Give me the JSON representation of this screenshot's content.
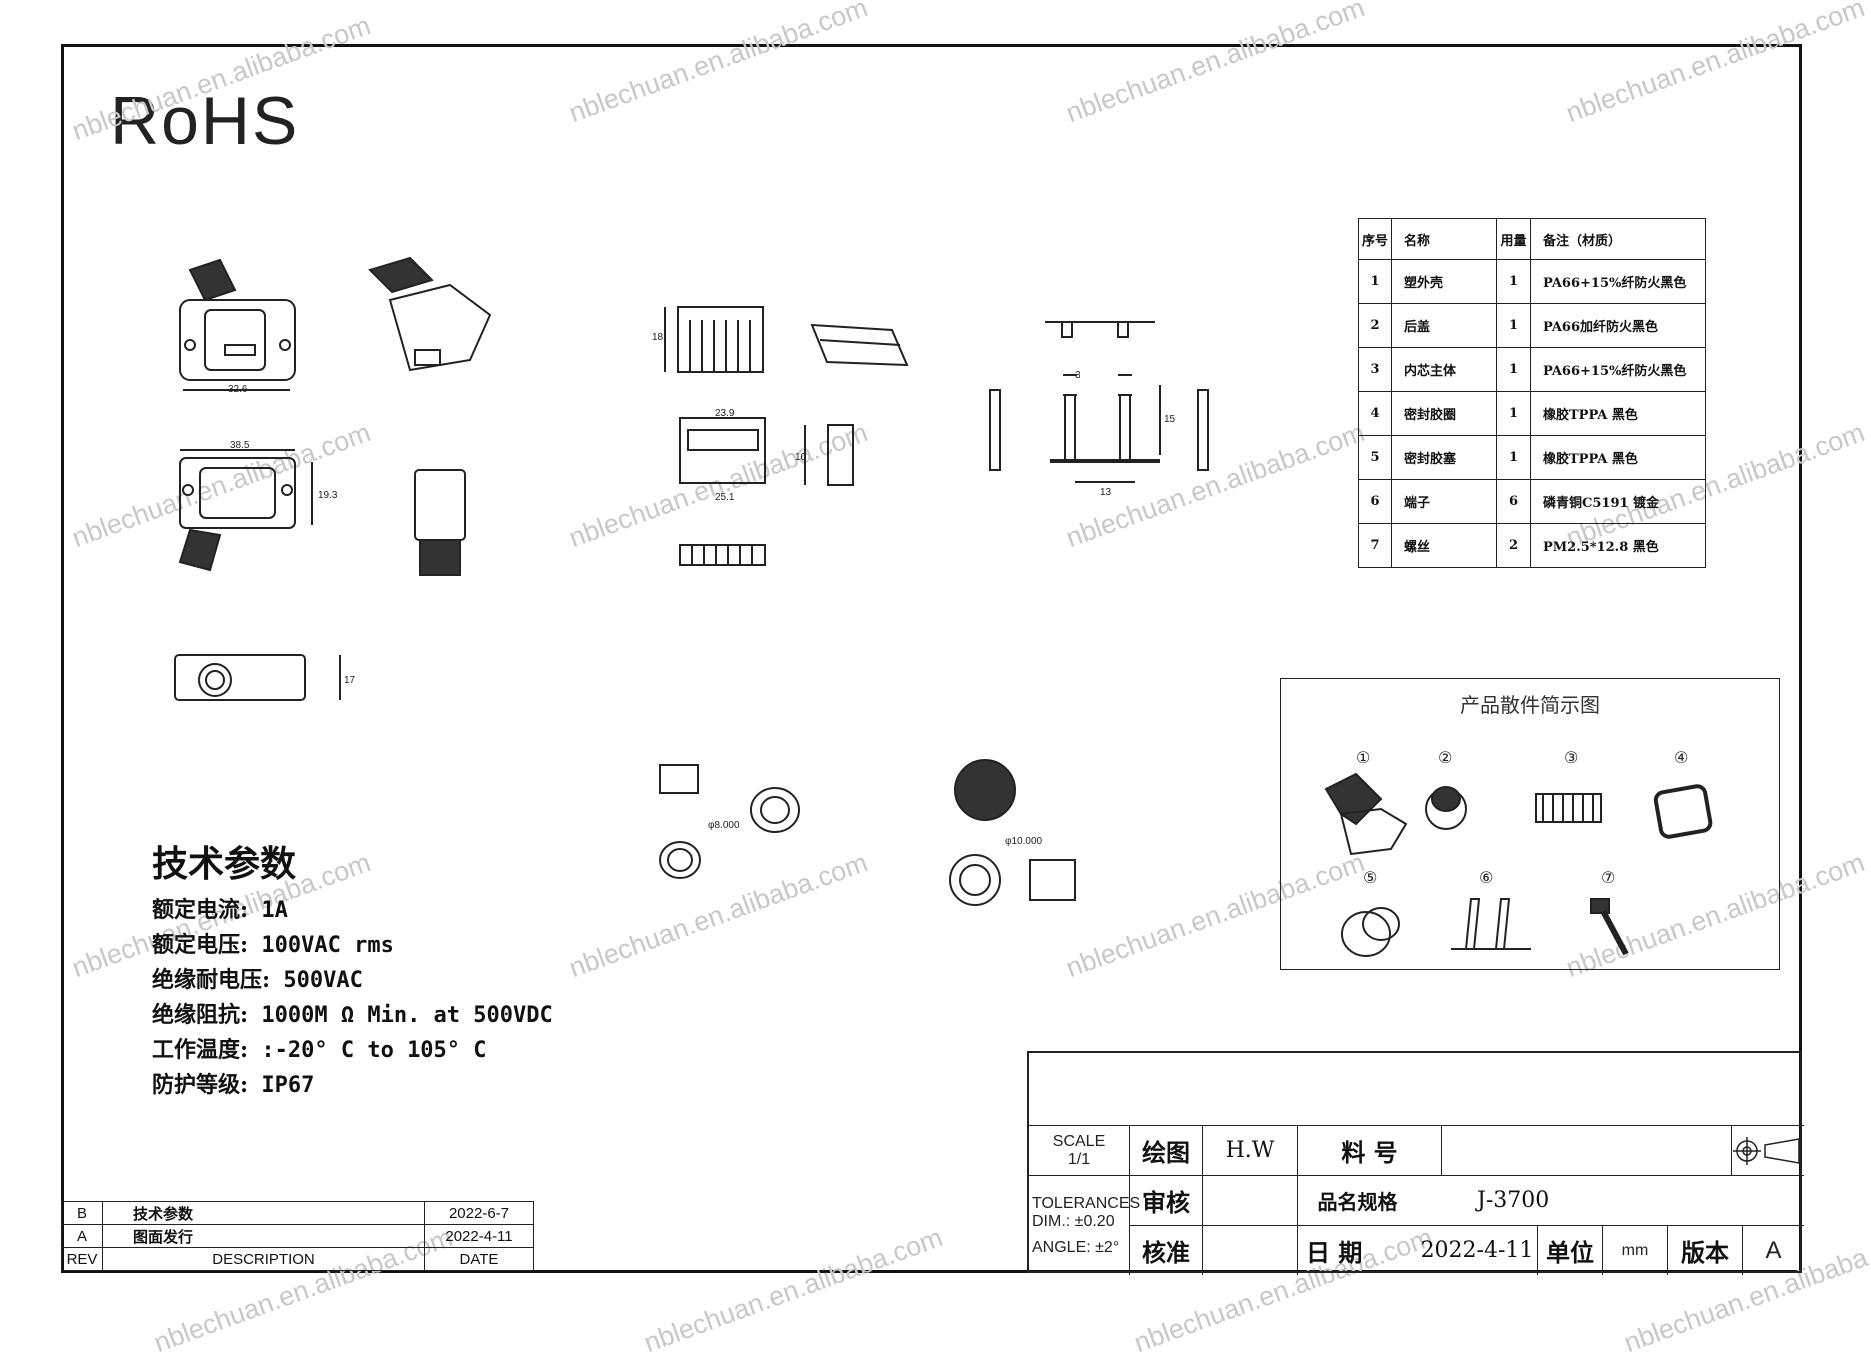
{
  "rohs": "RoHS",
  "watermark": "nblechuan.en.alibaba.com",
  "parts_table": {
    "headers": [
      "序号",
      "名称",
      "用量",
      "备注（材质）"
    ],
    "rows": [
      [
        "1",
        "塑外壳",
        "1",
        "PA66+15%纤防火黑色"
      ],
      [
        "2",
        "后盖",
        "1",
        "PA66加纤防火黑色"
      ],
      [
        "3",
        "内芯主体",
        "1",
        "PA66+15%纤防火黑色"
      ],
      [
        "4",
        "密封胶圈",
        "1",
        "橡胶TPPA 黑色"
      ],
      [
        "5",
        "密封胶塞",
        "1",
        "橡胶TPPA 黑色"
      ],
      [
        "6",
        "端子",
        "6",
        "磷青铜C5191 镀金"
      ],
      [
        "7",
        "螺丝",
        "2",
        "PM2.5*12.8 黑色"
      ]
    ]
  },
  "explode_title": "产品散件简示图",
  "explode_labels": [
    "①",
    "②",
    "③",
    "④",
    "⑤",
    "⑥",
    "⑦"
  ],
  "dimensions": {
    "d1": "32.6",
    "d2": "38.5",
    "d3": "19.3",
    "d4": "17",
    "d5": "18",
    "d6": "23.9",
    "d7": "25.1",
    "d8": "10",
    "d9": "3",
    "d10": "15",
    "d11": "13",
    "d12": "φ8.000",
    "d13": "φ10.000"
  },
  "tech": {
    "title": "技术参数",
    "lines": [
      {
        "k": "额定电流:",
        "v": " 1A"
      },
      {
        "k": "额定电压:",
        "v": " 100VAC rms"
      },
      {
        "k": "绝缘耐电压:",
        "v": " 500VAC"
      },
      {
        "k": "绝缘阻抗:",
        "v": " 1000M Ω Min. at 500VDC"
      },
      {
        "k": "工作温度:",
        "v": " :-20° C to 105° C"
      },
      {
        "k": "防护等级:",
        "v": " IP67"
      }
    ]
  },
  "revisions": [
    {
      "rev": "B",
      "desc": "技术参数",
      "date": "2022-6-7"
    },
    {
      "rev": "A",
      "desc": "图面发行",
      "date": "2022-4-11"
    },
    {
      "rev": "REV",
      "desc": "DESCRIPTION",
      "date": "DATE"
    }
  ],
  "title_block": {
    "scale_label": "SCALE",
    "scale_value": "1/1",
    "drawn_label": "绘图",
    "drawn_value": "H.W",
    "part_no_label": "料  号",
    "part_no_value": "",
    "tol_label": "TOLERANCES",
    "tol_dim": "DIM.:  ±0.20",
    "tol_angle": "ANGLE:  ±2°",
    "check_label": "审核",
    "check_value": "",
    "spec_label": "品名规格",
    "spec_value": "J-3700",
    "approve_label": "核准",
    "approve_value": "",
    "date_label": "日 期",
    "date_value": "2022-4-11",
    "unit_label": "单位",
    "unit_value": "mm",
    "version_label": "版本",
    "version_value": "A"
  }
}
